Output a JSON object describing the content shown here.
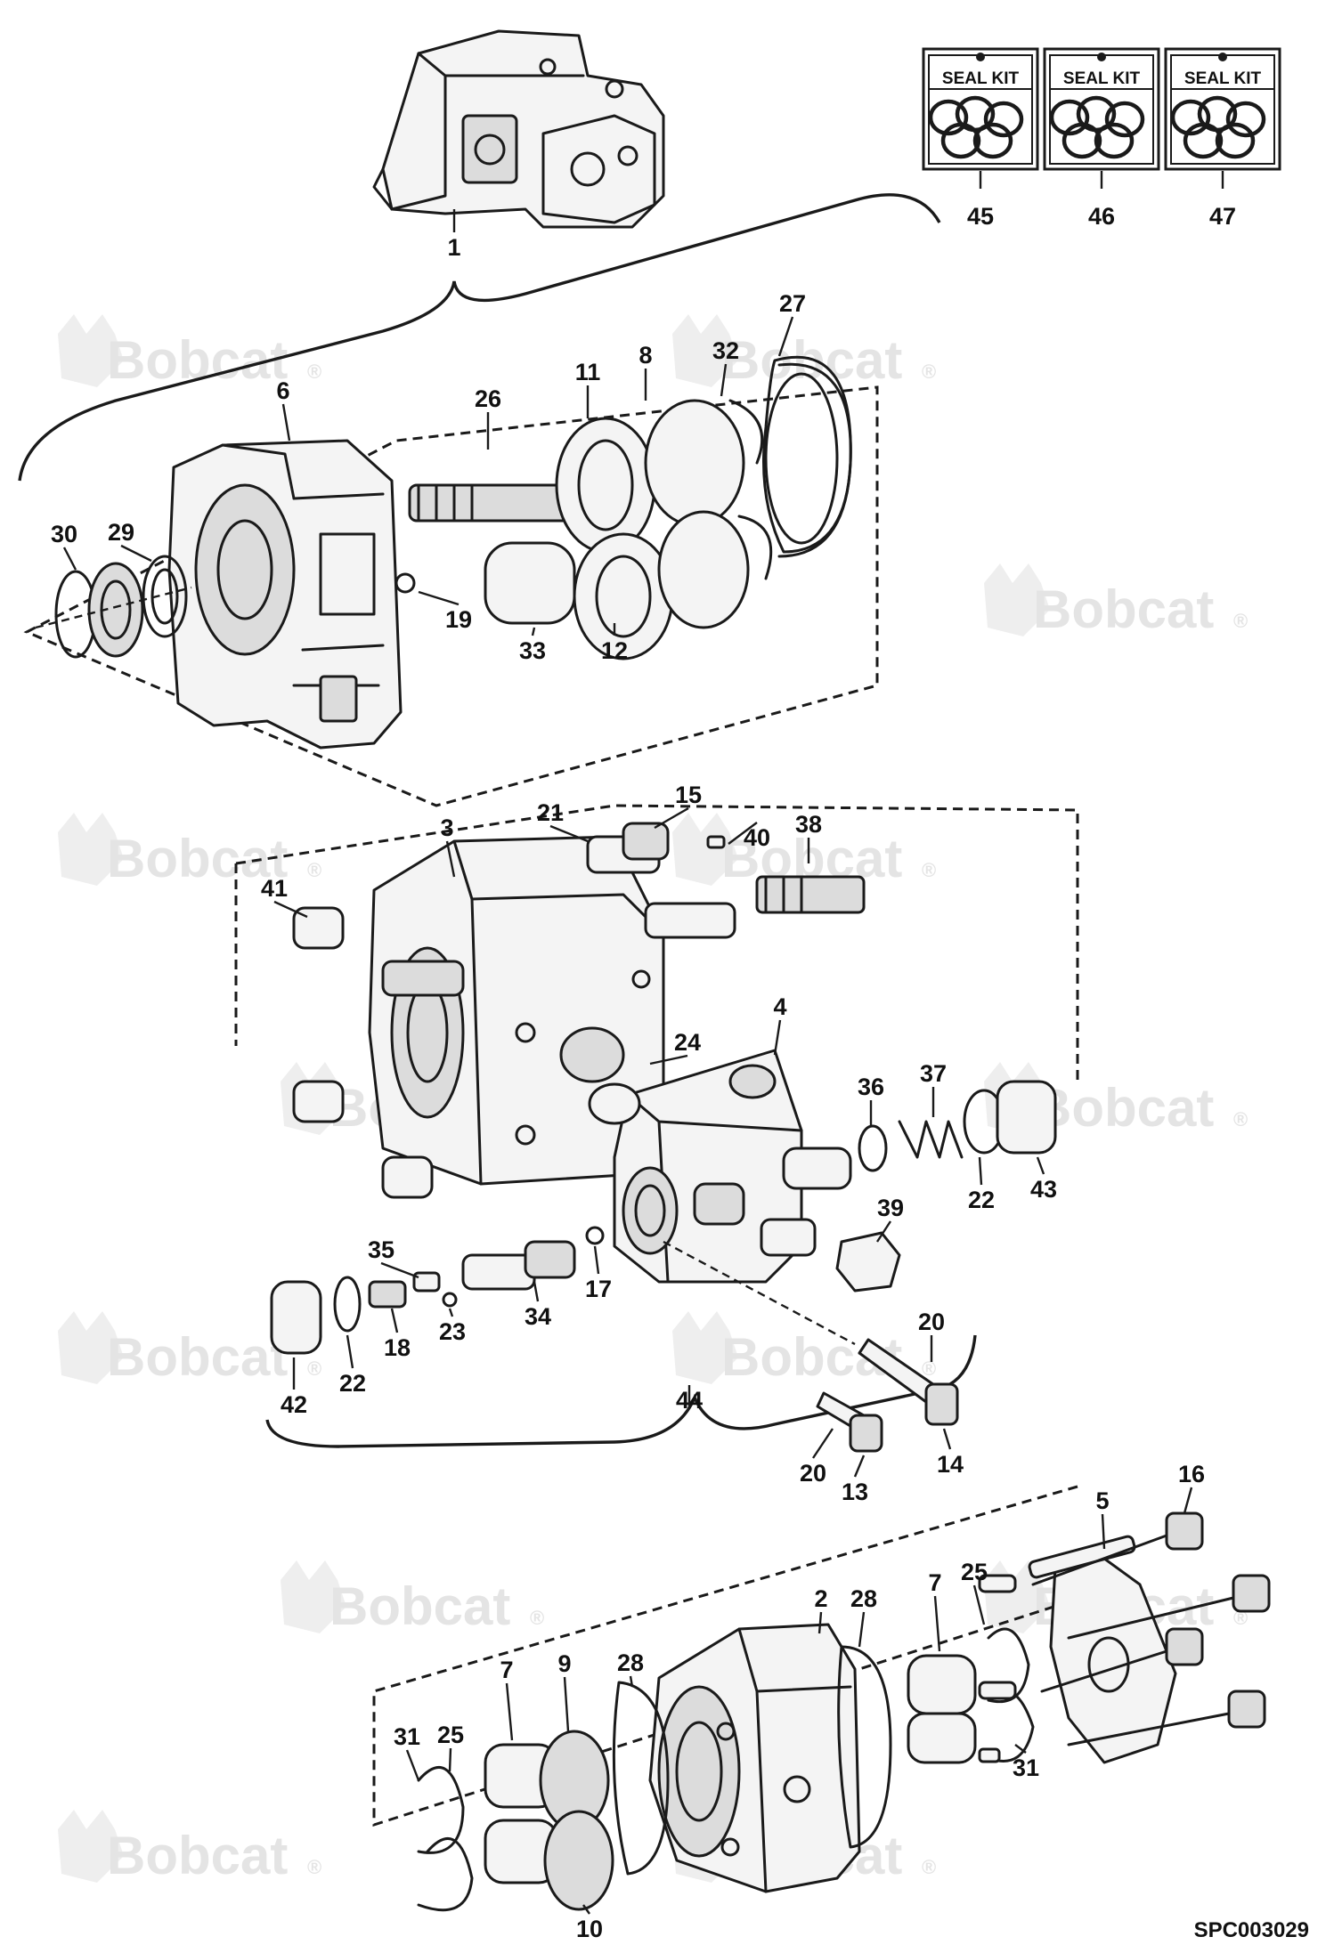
{
  "watermark": {
    "brand": "Bobcat",
    "mark": "®"
  },
  "drawing_code": "SPC003029",
  "seal_kits": [
    {
      "title": "SEAL KIT",
      "number": "45"
    },
    {
      "title": "SEAL KIT",
      "number": "46"
    },
    {
      "title": "SEAL KIT",
      "number": "47"
    }
  ],
  "callouts": [
    "1",
    "6",
    "30",
    "29",
    "26",
    "11",
    "8",
    "32",
    "27",
    "19",
    "33",
    "12",
    "3",
    "21",
    "15",
    "40",
    "38",
    "41",
    "4",
    "24",
    "36",
    "37",
    "22",
    "43",
    "39",
    "35",
    "23",
    "34",
    "17",
    "18",
    "42",
    "22",
    "44",
    "20",
    "14",
    "20",
    "13",
    "16",
    "5",
    "2",
    "28",
    "7",
    "25",
    "28",
    "9",
    "7",
    "25",
    "31",
    "31",
    "10"
  ],
  "icons": {
    "brand_logo": "bobcat-logo-icon",
    "seal_ring": "o-ring-icon"
  }
}
